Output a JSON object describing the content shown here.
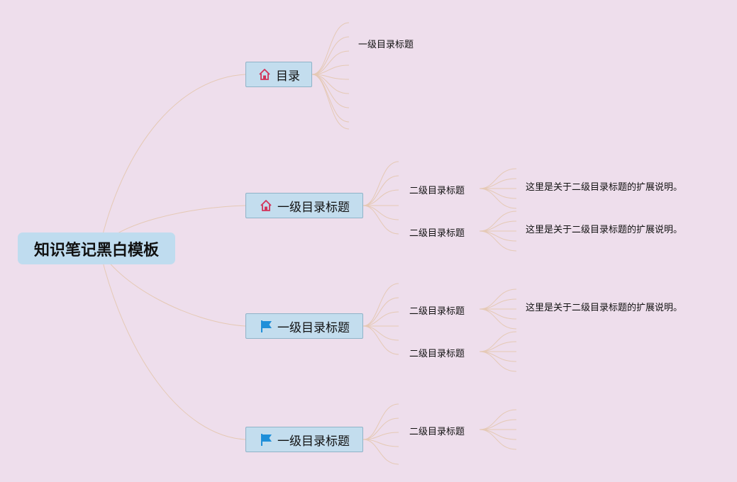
{
  "root": {
    "label": "知识笔记黑白模板"
  },
  "branches": [
    {
      "label": "目录",
      "icon": "home-icon",
      "children": [
        {
          "label": "一级目录标题",
          "detail": ""
        }
      ]
    },
    {
      "label": "一级目录标题",
      "icon": "home-icon",
      "children": [
        {
          "label": "二级目录标题",
          "detail": "这里是关于二级目录标题的扩展说明。"
        },
        {
          "label": "二级目录标题",
          "detail": "这里是关于二级目录标题的扩展说明。"
        }
      ]
    },
    {
      "label": "一级目录标题",
      "icon": "flag-icon",
      "children": [
        {
          "label": "二级目录标题",
          "detail": "这里是关于二级目录标题的扩展说明。"
        },
        {
          "label": "二级目录标题",
          "detail": ""
        }
      ]
    },
    {
      "label": "一级目录标题",
      "icon": "flag-icon",
      "children": [
        {
          "label": "二级目录标题",
          "detail": ""
        }
      ]
    }
  ],
  "colors": {
    "background": "#eedeec",
    "node_fill": "#c3ddee",
    "node_border": "#8fb3c8",
    "connector": "#e5c9b5",
    "home_icon": "#d2335a",
    "flag_icon": "#1f8fd9"
  }
}
